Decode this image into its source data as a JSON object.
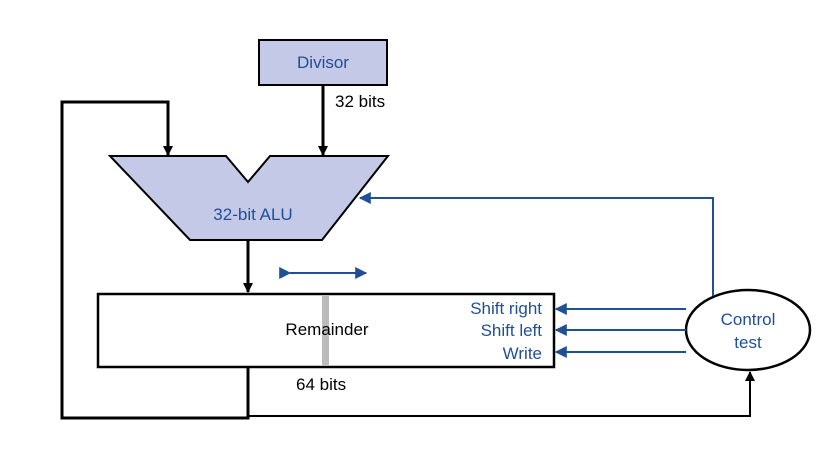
{
  "divisor": {
    "label": "Divisor",
    "width_label": "32 bits"
  },
  "alu": {
    "label": "32-bit ALU"
  },
  "remainder": {
    "label": "Remainder",
    "width_label": "64 bits"
  },
  "control": {
    "line1": "Control",
    "line2": "test"
  },
  "signals": {
    "shift_right": "Shift right",
    "shift_left": "Shift left",
    "write": "Write"
  },
  "colors": {
    "block_fill": "#c5c9e8",
    "control_blue": "#1f4f96",
    "separator": "#bbbbbb"
  }
}
